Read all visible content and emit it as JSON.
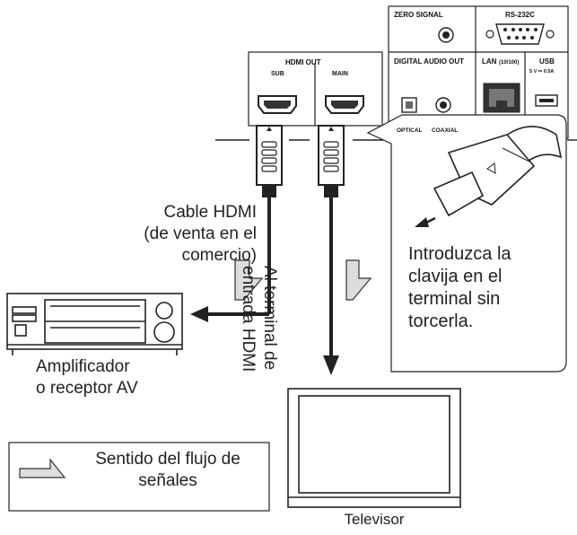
{
  "panel": {
    "zero_signal": "ZERO SIGNAL",
    "rs232c": "RS-232C",
    "digital_audio_out": "DIGITAL AUDIO OUT",
    "lan": "LAN",
    "lan_spec": "(10/100)",
    "usb": "USB",
    "usb_spec": "5 V ⎓ 0.5A",
    "optical": "OPTICAL",
    "coaxial": "COAXIAL",
    "hdmi_out": "HDMI OUT",
    "sub": "SUB",
    "main": "MAIN"
  },
  "labels": {
    "cable_line1": "Cable HDMI",
    "cable_line2": "(de venta en el",
    "cable_line3": "comercio)",
    "terminal_line1": "Al terminal de",
    "terminal_line2": "entrada HDMI",
    "amp_line1": "Amplificador",
    "amp_line2": "o receptor AV",
    "tv": "Televisor",
    "callout_line1": "Introduzca la",
    "callout_line2": "clavija en el",
    "callout_line3": "terminal sin",
    "callout_line4": "torcerla.",
    "legend_line1": "Sentido del flujo de",
    "legend_line2": "señales"
  }
}
